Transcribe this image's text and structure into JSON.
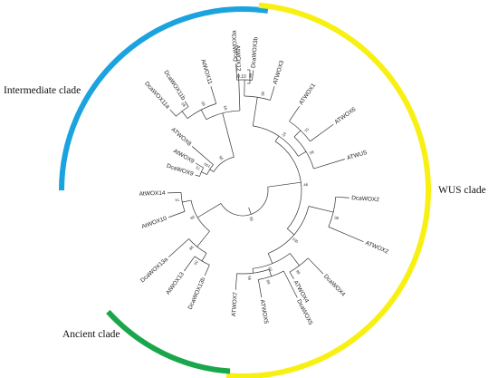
{
  "clades": [
    {
      "key": "intermediate",
      "label": "Intermediate clade",
      "color": "#1aa3df"
    },
    {
      "key": "wus",
      "label": "WUS clade",
      "color": "#f7f012"
    },
    {
      "key": "ancient",
      "label": "Ancient clade",
      "color": "#1aa64a"
    }
  ],
  "scale_bar": {
    "label": "0.10"
  },
  "leaves": [
    {
      "label": "DcaWOX3a"
    },
    {
      "label": "DcaWOX3b"
    },
    {
      "label": "ATWOX3"
    },
    {
      "label": "ATWOX1"
    },
    {
      "label": "ATWOX6"
    },
    {
      "label": "ATWUS"
    },
    {
      "label": "DcaWOX2"
    },
    {
      "label": "ATWOX2"
    },
    {
      "label": "DcaWOX4"
    },
    {
      "label": "ATWOX4"
    },
    {
      "label": "DcaWOX5"
    },
    {
      "label": "ATWOX5"
    },
    {
      "label": "ATWOX7"
    },
    {
      "label": "DcaWOX13b"
    },
    {
      "label": "AtWOX13"
    },
    {
      "label": "DcaWOX13a"
    },
    {
      "label": "AtWOX10"
    },
    {
      "label": "AtWOX14"
    },
    {
      "label": "DcaWOX9"
    },
    {
      "label": "AtWOX9"
    },
    {
      "label": "ATWOX8"
    },
    {
      "label": "DcaWOX11a"
    },
    {
      "label": "DcaWOX11b"
    },
    {
      "label": "AtWOX11"
    },
    {
      "label": "AtWOX12"
    }
  ],
  "bootstrap": [
    {
      "label": "96"
    },
    {
      "label": "90"
    },
    {
      "label": "70"
    },
    {
      "label": "58"
    },
    {
      "label": "24"
    },
    {
      "label": "98"
    },
    {
      "label": "99"
    },
    {
      "label": "89"
    },
    {
      "label": "56"
    },
    {
      "label": "93"
    },
    {
      "label": "100"
    },
    {
      "label": "46"
    },
    {
      "label": "36"
    },
    {
      "label": "98"
    },
    {
      "label": "74"
    },
    {
      "label": "99"
    },
    {
      "label": "73"
    },
    {
      "label": "100"
    },
    {
      "label": "89"
    },
    {
      "label": "99"
    },
    {
      "label": "93"
    },
    {
      "label": "95"
    },
    {
      "label": "96"
    }
  ]
}
